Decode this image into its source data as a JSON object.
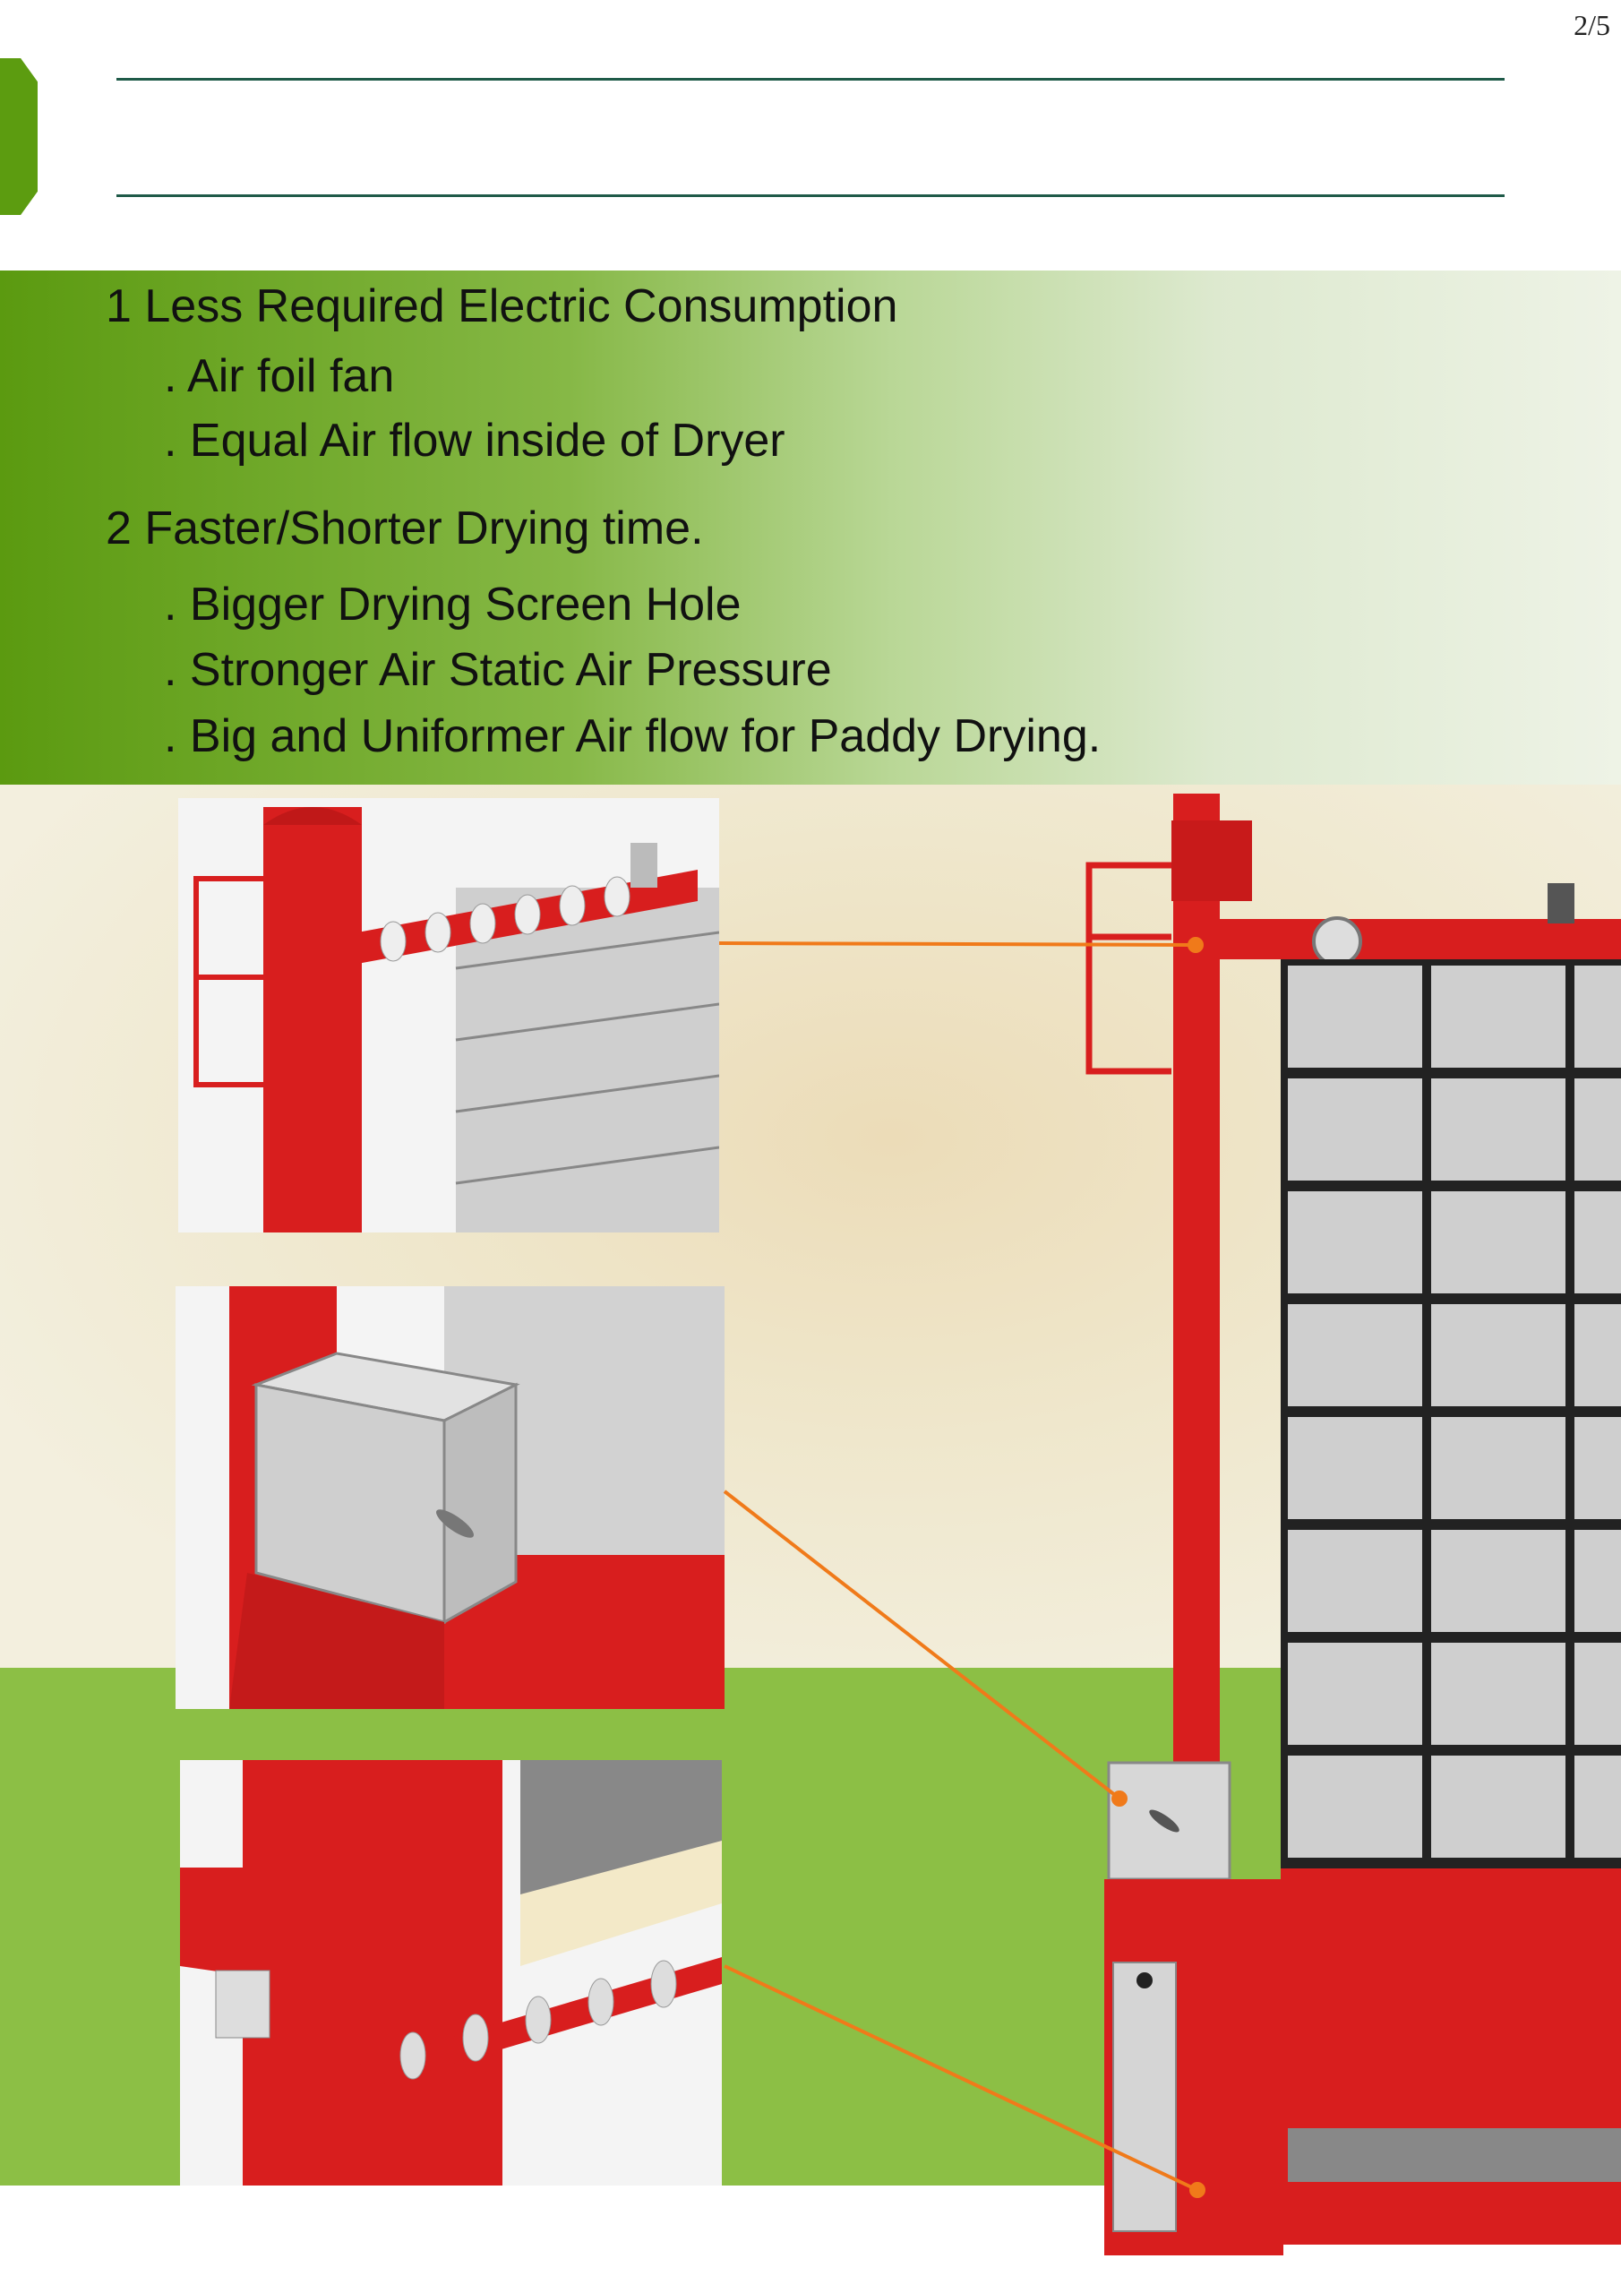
{
  "page_number": "2/5",
  "features": [
    {
      "heading": "1 Less Required Electric Consumption",
      "items": [
        ". Air foil fan",
        ". Equal Air flow inside of Dryer"
      ]
    },
    {
      "heading": "2 Faster/Shorter Drying time.",
      "items": [
        ". Bigger Drying Screen Hole",
        ". Stronger Air Static Air Pressure",
        ". Big and Uniformer Air flow for Paddy Drying."
      ]
    }
  ],
  "colors": {
    "brand_green": "#5c9c10",
    "machine_red": "#d81e1e",
    "callout_orange": "#f07a1a",
    "panel_gray": "#cfcfcf"
  }
}
